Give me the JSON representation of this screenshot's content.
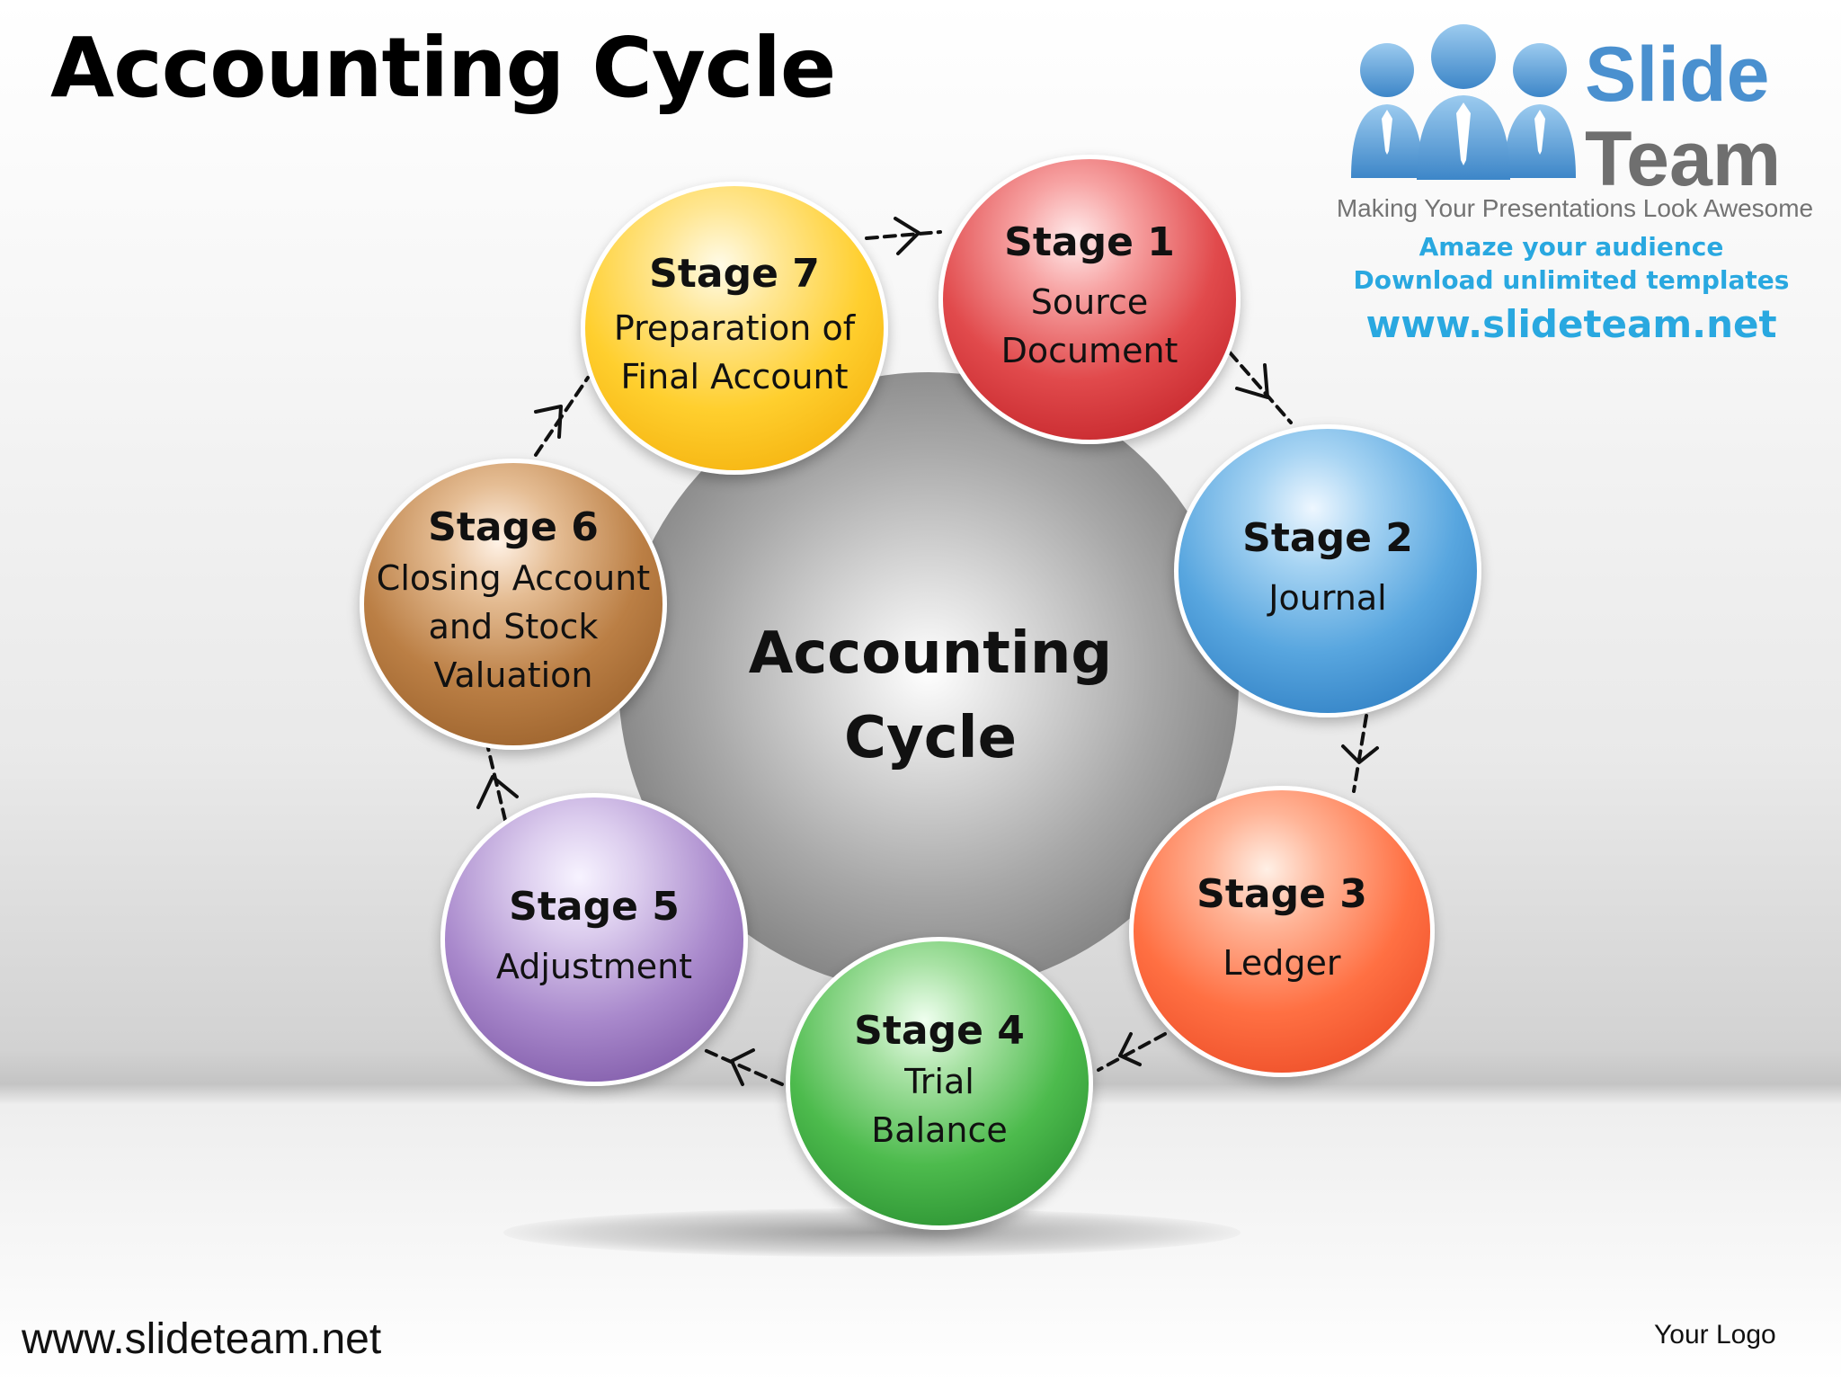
{
  "slide": {
    "title": "Accounting Cycle",
    "center_label": "Accounting Cycle",
    "footer_url": "www.slideteam.net",
    "footer_logo": "Your Logo"
  },
  "brand": {
    "name_line1": "Slide",
    "name_line2": "Team",
    "tagline": "Making Your Presentations Look Awesome",
    "promo_line1": "Amaze your audience",
    "promo_line2": "Download unlimited templates",
    "promo_url": "www.slideteam.net",
    "logo_icon": "people-group-icon"
  },
  "stages": [
    {
      "title": "Stage 1",
      "desc": "Source Document",
      "color": "#e14a4c"
    },
    {
      "title": "Stage 2",
      "desc": "Journal",
      "color": "#58a6df"
    },
    {
      "title": "Stage 3",
      "desc": "Ledger",
      "color": "#ff7043"
    },
    {
      "title": "Stage 4",
      "desc": "Trial Balance",
      "color": "#4dbb4d"
    },
    {
      "title": "Stage 5",
      "desc": "Adjustment",
      "color": "#a989cc"
    },
    {
      "title": "Stage 6",
      "desc": "Closing Account and Stock Valuation",
      "color": "#bb7f45"
    },
    {
      "title": "Stage 7",
      "desc": "Preparation of Final Account",
      "color": "#ffcf2e"
    }
  ],
  "connectors": [
    {
      "from": "Stage 7",
      "to": "Stage 1"
    },
    {
      "from": "Stage 1",
      "to": "Stage 2"
    },
    {
      "from": "Stage 2",
      "to": "Stage 3"
    },
    {
      "from": "Stage 3",
      "to": "Stage 4"
    },
    {
      "from": "Stage 4",
      "to": "Stage 5"
    },
    {
      "from": "Stage 5",
      "to": "Stage 6"
    },
    {
      "from": "Stage 6",
      "to": "Stage 7"
    }
  ]
}
